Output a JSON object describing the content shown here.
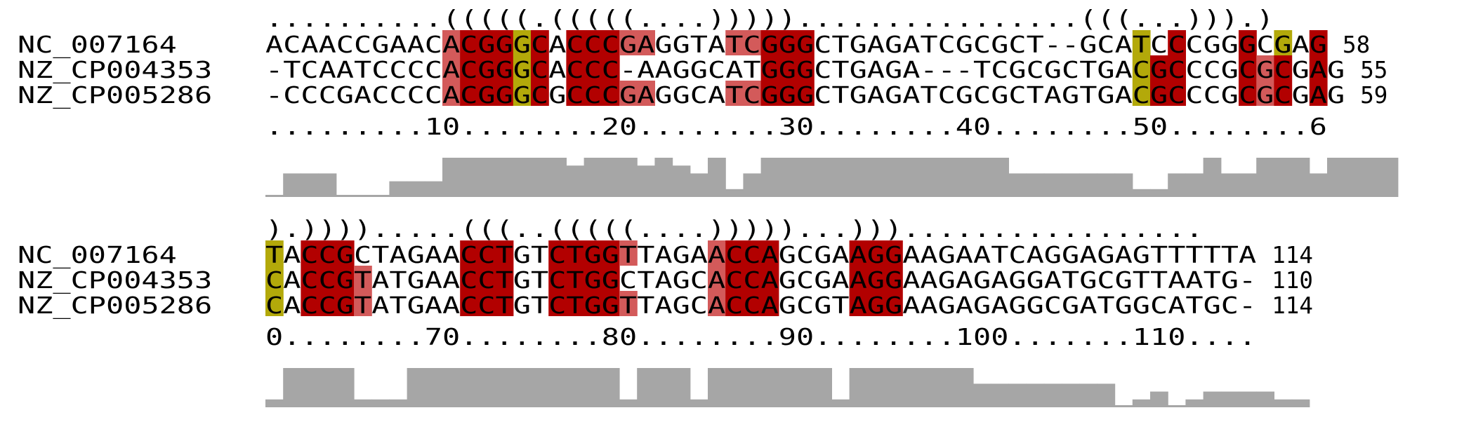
{
  "colors": {
    "dark_red": "#b20000",
    "light_red": "#d35a5a",
    "olive": "#b3a90a",
    "bar": "#a6a6a6",
    "text": "#000000"
  },
  "blocks": [
    {
      "structure": "..........(((((.(((((....)))))................(((...))).)",
      "names": [
        "NC_007164",
        "NZ_CP004353",
        "NZ_CP005286"
      ],
      "sequences": [
        "ACAACCGAACACGGGCACCCGAGGTATCGGGCTGAGATCGCGCT--GCATCCCGGGCGAG",
        "-TCAATCCCCACGGGCACCC-AAGGCATGGGCTGAGA---TCGCGCTGACGCCCGCGCGAG",
        "-CCCGACCCCACGGGCGCCCGAGGCATCGGGCTGAGATCGCGCTAGTGACGCCCGCGCGAG"
      ],
      "ends": [
        "58",
        "55",
        "59"
      ],
      "ruler": ".........10........20........30........40........50........6",
      "conservation": [
        0,
        3,
        3,
        3,
        0,
        0,
        0,
        2,
        2,
        2,
        5,
        5,
        5,
        5,
        5,
        5,
        5,
        4,
        5,
        5,
        5,
        4,
        5,
        4,
        3,
        5,
        1,
        3,
        5,
        5,
        5,
        5,
        5,
        5,
        5,
        5,
        5,
        5,
        5,
        5,
        5,
        5,
        3,
        3,
        3,
        3,
        3,
        3,
        3,
        1,
        1,
        3,
        3,
        5,
        3,
        3,
        5,
        5,
        5,
        3,
        5,
        5,
        5,
        5
      ],
      "pairs": [],
      "highlights": [
        [
          [
            10,
            "L"
          ],
          [
            11,
            "D"
          ],
          [
            12,
            "D"
          ],
          [
            13,
            "D"
          ],
          [
            14,
            "O"
          ],
          [
            15,
            "D"
          ],
          [
            17,
            "D"
          ],
          [
            18,
            "D"
          ],
          [
            19,
            "D"
          ],
          [
            20,
            "L"
          ],
          [
            21,
            "L"
          ],
          [
            26,
            "L"
          ],
          [
            27,
            "L"
          ],
          [
            28,
            "D"
          ],
          [
            29,
            "D"
          ],
          [
            30,
            "D"
          ],
          [
            49,
            "O"
          ],
          [
            51,
            "D"
          ],
          [
            55,
            "D"
          ],
          [
            57,
            "O"
          ],
          [
            59,
            "D"
          ]
        ],
        [
          [
            10,
            "L"
          ],
          [
            11,
            "D"
          ],
          [
            12,
            "D"
          ],
          [
            13,
            "D"
          ],
          [
            14,
            "O"
          ],
          [
            15,
            "D"
          ],
          [
            17,
            "D"
          ],
          [
            18,
            "D"
          ],
          [
            19,
            "D"
          ],
          [
            28,
            "D"
          ],
          [
            29,
            "D"
          ],
          [
            30,
            "D"
          ],
          [
            49,
            "O"
          ],
          [
            50,
            "D"
          ],
          [
            51,
            "D"
          ],
          [
            55,
            "D"
          ],
          [
            56,
            "L"
          ],
          [
            57,
            "D"
          ],
          [
            59,
            "D"
          ]
        ],
        [
          [
            10,
            "L"
          ],
          [
            11,
            "D"
          ],
          [
            12,
            "D"
          ],
          [
            13,
            "D"
          ],
          [
            14,
            "O"
          ],
          [
            15,
            "D"
          ],
          [
            17,
            "D"
          ],
          [
            18,
            "D"
          ],
          [
            19,
            "D"
          ],
          [
            20,
            "L"
          ],
          [
            21,
            "L"
          ],
          [
            26,
            "L"
          ],
          [
            27,
            "L"
          ],
          [
            28,
            "D"
          ],
          [
            29,
            "D"
          ],
          [
            30,
            "D"
          ],
          [
            49,
            "O"
          ],
          [
            50,
            "D"
          ],
          [
            51,
            "D"
          ],
          [
            55,
            "D"
          ],
          [
            56,
            "L"
          ],
          [
            57,
            "D"
          ],
          [
            59,
            "D"
          ]
        ]
      ]
    },
    {
      "structure": ").)))).....(((..(((((....)))))...))).................",
      "names": [
        "NC_007164",
        "NZ_CP004353",
        "NZ_CP005286"
      ],
      "sequences": [
        "TACCGCTAGAACCTGTCTGGTTAGAACCAGCGAAGGAAGAATCAGGAGAGTTTTTA",
        "CACCGTATGAACCTGTCTGGCTAGCACCAGCGAAGGAAGAGAGGATGCGTTAATG-",
        "CACCGTATGAACCTGTCTGGTTAGCACCAGCGTAGGAAGAGAGGCGATGGCATGC-"
      ],
      "ends": [
        "114",
        "110",
        "114"
      ],
      "ruler": "0........70........80........90........100.......110....",
      "conservation": [
        1,
        5,
        5,
        5,
        5,
        1,
        1,
        1,
        5,
        5,
        5,
        5,
        5,
        5,
        5,
        5,
        5,
        5,
        5,
        5,
        1,
        5,
        5,
        5,
        1,
        5,
        5,
        5,
        5,
        5,
        5,
        5,
        1,
        5,
        5,
        5,
        5,
        5,
        5,
        5,
        3,
        3,
        3,
        3,
        3,
        3,
        3,
        3,
        0,
        1,
        2,
        0,
        1,
        2,
        2,
        2,
        2,
        1,
        1
      ],
      "pairs": [],
      "highlights": [
        [
          [
            0,
            "O"
          ],
          [
            2,
            "D"
          ],
          [
            3,
            "D"
          ],
          [
            4,
            "D"
          ],
          [
            11,
            "D"
          ],
          [
            12,
            "D"
          ],
          [
            13,
            "D"
          ],
          [
            16,
            "D"
          ],
          [
            17,
            "D"
          ],
          [
            18,
            "D"
          ],
          [
            19,
            "D"
          ],
          [
            20,
            "L"
          ],
          [
            25,
            "L"
          ],
          [
            26,
            "D"
          ],
          [
            27,
            "D"
          ],
          [
            28,
            "D"
          ],
          [
            33,
            "D"
          ],
          [
            34,
            "D"
          ],
          [
            35,
            "D"
          ]
        ],
        [
          [
            0,
            "O"
          ],
          [
            2,
            "D"
          ],
          [
            3,
            "D"
          ],
          [
            4,
            "D"
          ],
          [
            5,
            "L"
          ],
          [
            11,
            "D"
          ],
          [
            12,
            "D"
          ],
          [
            13,
            "D"
          ],
          [
            16,
            "D"
          ],
          [
            17,
            "D"
          ],
          [
            18,
            "D"
          ],
          [
            19,
            "D"
          ],
          [
            25,
            "L"
          ],
          [
            26,
            "D"
          ],
          [
            27,
            "D"
          ],
          [
            28,
            "D"
          ],
          [
            33,
            "D"
          ],
          [
            34,
            "D"
          ],
          [
            35,
            "D"
          ]
        ],
        [
          [
            0,
            "O"
          ],
          [
            2,
            "D"
          ],
          [
            3,
            "D"
          ],
          [
            4,
            "D"
          ],
          [
            5,
            "L"
          ],
          [
            11,
            "D"
          ],
          [
            12,
            "D"
          ],
          [
            13,
            "D"
          ],
          [
            16,
            "D"
          ],
          [
            17,
            "D"
          ],
          [
            18,
            "D"
          ],
          [
            19,
            "D"
          ],
          [
            20,
            "L"
          ],
          [
            25,
            "L"
          ],
          [
            26,
            "D"
          ],
          [
            27,
            "D"
          ],
          [
            28,
            "D"
          ],
          [
            33,
            "D"
          ],
          [
            34,
            "D"
          ],
          [
            35,
            "D"
          ]
        ]
      ]
    }
  ]
}
